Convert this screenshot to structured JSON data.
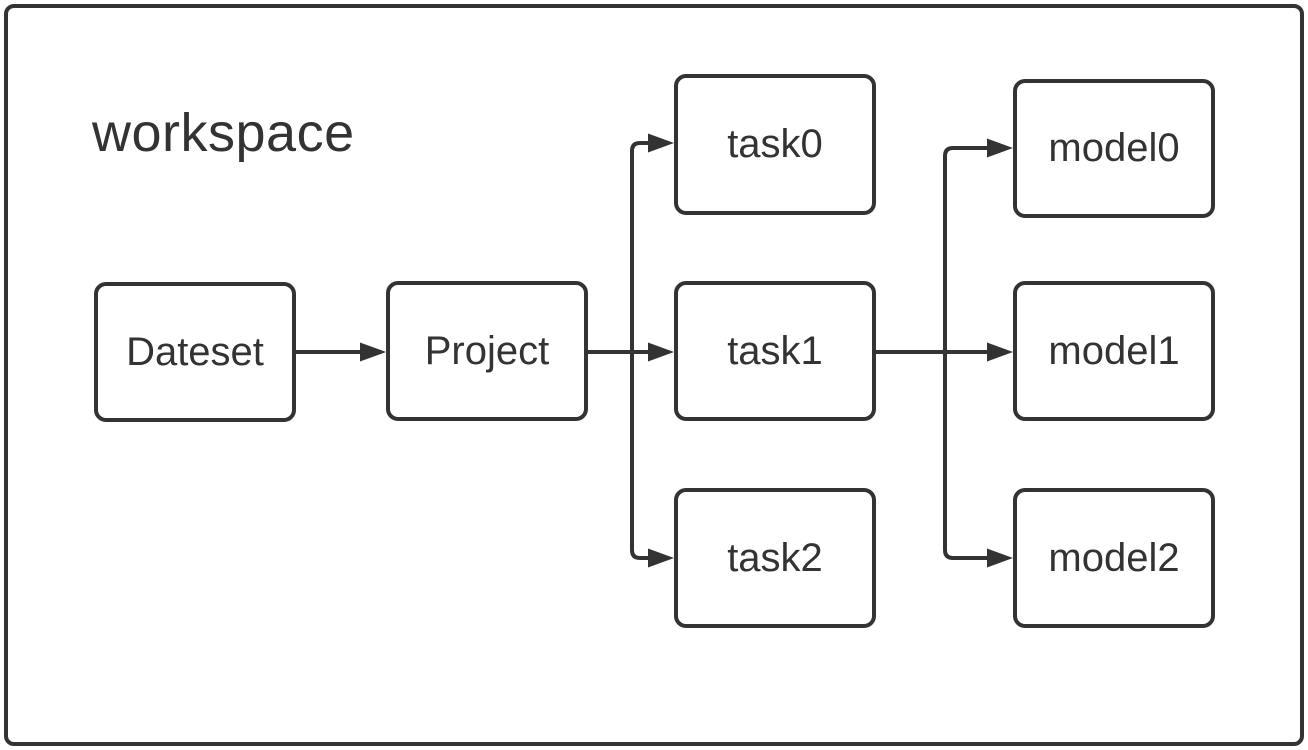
{
  "diagram": {
    "title": "workspace",
    "nodes": [
      {
        "id": "dateset",
        "label": "Dateset"
      },
      {
        "id": "project",
        "label": "Project"
      },
      {
        "id": "task0",
        "label": "task0"
      },
      {
        "id": "task1",
        "label": "task1"
      },
      {
        "id": "task2",
        "label": "task2"
      },
      {
        "id": "model0",
        "label": "model0"
      },
      {
        "id": "model1",
        "label": "model1"
      },
      {
        "id": "model2",
        "label": "model2"
      }
    ],
    "edges": [
      {
        "from": "Dateset",
        "to": "Project"
      },
      {
        "from": "Project",
        "to": "task0"
      },
      {
        "from": "Project",
        "to": "task1"
      },
      {
        "from": "Project",
        "to": "task2"
      },
      {
        "from": "task1",
        "to": "model0"
      },
      {
        "from": "task1",
        "to": "model1"
      },
      {
        "from": "task1",
        "to": "model2"
      }
    ],
    "colors": {
      "stroke": "#333333",
      "text": "#333333",
      "background": "#ffffff"
    }
  }
}
